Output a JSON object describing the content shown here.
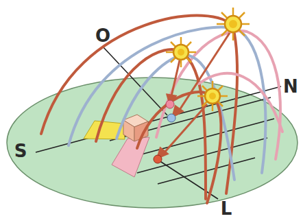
{
  "diagram": {
    "labels": [
      "O",
      "S",
      "N",
      "L"
    ]
  }
}
